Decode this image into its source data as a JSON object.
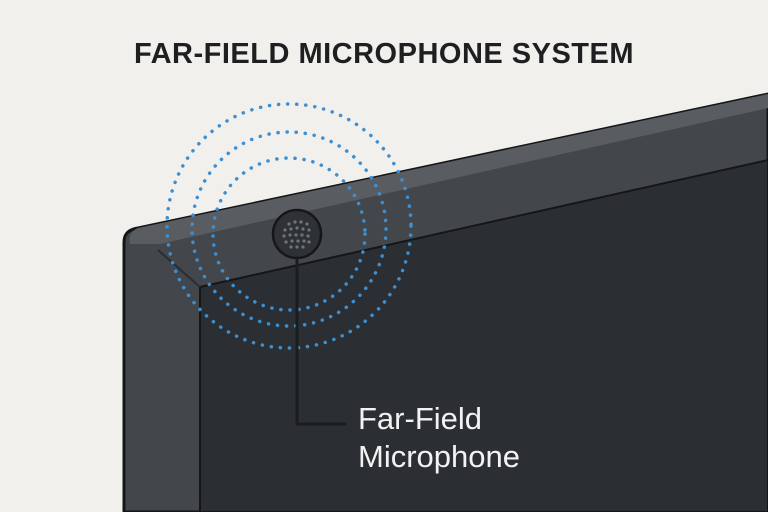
{
  "title": "FAR-FIELD MICROPHONE SYSTEM",
  "callout": {
    "line1": "Far-Field",
    "line2": "Microphone"
  },
  "colors": {
    "background": "#f1f0ec",
    "bezel": "#43474c",
    "bezel_top": "#595d62",
    "screen": "#2b2f33",
    "sound_waves": "#3d8fd1",
    "callout_line": "#1b1c1e",
    "callout_text": "#f2f2f2"
  },
  "icons": [
    "microphone-icon",
    "sound-wave-icon"
  ]
}
